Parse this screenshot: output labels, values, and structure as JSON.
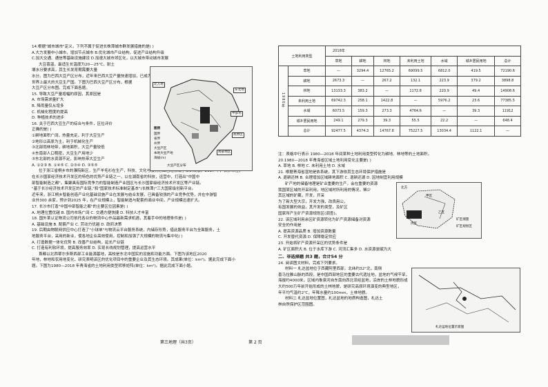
{
  "left": {
    "lines": [
      "14.根据\"城市城市\"定义，下列不属于促进长株潭城市群发展措施的是(        )",
      "A.大力发展中小城市，增加节点城市                B.优化城市产业结构，促进产业结构升级",
      "C.加大交通、通信等基础设施建设                  D.加速大城市郊区化，以大城市带动城市发展",
      "大豆喜温，最适生长温度为20—25℃，耐土",
      "壤水分要求高，其生长发育期需要大量",
      "水分。图为巴西大豆产区分布，近年来巴西大豆产量快速增加，已成为",
      "世界上最大的大豆生产国。下图为巴西大豆产区分布，根据",
      "大豆产区分布图。完成下面各题。",
      "15.   导致大豆产量增幅的原因，其原因是",
      "A.   市场需求量扩大",
      "B.   降雨量仅从增多",
      "C.   机械化程度的提高",
      "D.   种植技术的进步",
      "16.   关于巴西大豆生产的综合与条件，区位评价",
      "正确的是(        )",
      "①耕地面积广阔，热量充足，利于大豆生产",
      "②地形以高原为主，利于机械化生产",
      "③北部雨林地带，耕地面积，大豆产量较低",
      "④东南部人口稠密，大豆生产用地少",
      "⑤东北部的水资源不足，影响热带大豆生产",
      "A.  ①②③        B.  ①④⑤         C.  ②③④          D.  ③⑤⑤",
      "位于浙江省桐乡市的濮院新区，生产羊毛衫在生产，科技、文化与服务方面已经形成了集群发展。2017 年，长沙市在，",
      "在长沙国家经济技术开发区的特色的优势产业链之一，以在湖南省的科技，运营中，打造出\"中国中",
      "部智能制造之都\"。集聚具有国际竞争力的智能制造产业园区与长沙国家级经济技术开发区等产业链。",
      "\"基于长沙经济技术开发区的产业链,\"和\"国家技术标准制定基本\"(长株潭)\"三大国家级创新平台。",
      "近年来，浙江桐乡智能创造产业化基础设施产业在发展与结合发展，已具备较强的产业竞争优势，并在中游智",
      "业外300 余家，预计到2025 年，在产业规模上，智能制造与配套的商业中间，产业规模迅速扩大。",
      "17.  长沙市打造\"中国中部智能之都\"的主要区位因素是(    )",
      "A.  地理位置优越         B.  国内市场广阔          C.  交通方便快捷          D.  科技人才丰富",
      "18.  国外某认证物流公司依托各业的物流中心作品最新需求机遇，其着手中的地理条件是(   )",
      "A.  基础设施              B.  配套产业               C.  劳动力优越             D.  政府决策",
      "19.  后期由物联网供应中心打造了\"小球单\"与物流云平台服务系统，内储存形势，借此服务平台为全面服务，土",
      "地服务平台，采用的新业，使各地企业高效使用，控制和加强了大规模的物流与集中化(     )",
      "A.  打造数据一体化优势                          B.  改善产业结构，延长产业链",
      "C.  打造有利软环境，提高服务效率                D.  实现长线规划管理，提高运营水平",
      "首都以北西鄂尔多斯西部工业能源基地，高校是东北中国实的设施和功能方面。下图为该地区2020",
      "年地，林地和农用地变化，研究表明该区的优化项目中的重要企业及其生态环境。其成果(单位：km²)。据此完成下面小",
      "题。下图为1980—2018 年青海省的土地利用类型转移矩阵(单位：km²)。据此完成下面小题。"
    ],
    "map1": {
      "legend_title": "图例",
      "legend_items": [
        "国界",
        "省界",
        "州界",
        "大豆产区",
        "本地大豆产地",
        "海拔(m)"
      ],
      "boxes": [
        "北方地",
        "中部地",
        "东北地",
        "高原区",
        "南部地区"
      ],
      "caption": "大豆产区分布"
    }
  },
  "table": {
    "corner": "土地利用类型",
    "year": "2018年",
    "side_label": "1980年",
    "headers": [
      "草地",
      "耕地",
      "林地",
      "未利用土地",
      "水域",
      "城乡居民用地",
      "总计"
    ],
    "rows": [
      {
        "label": "草地",
        "cells": [
          "—",
          "3294.4",
          "12765.2",
          "69099.5",
          "6812.0",
          "419.5",
          "72190.6"
        ]
      },
      {
        "label": "耕地",
        "cells": [
          "2673.3",
          "—",
          "267.2",
          "132.1",
          "223.9",
          "379.2",
          "3898.8"
        ]
      },
      {
        "label": "林地",
        "cells": [
          "13133.3",
          "383.2",
          "—",
          "1172.8",
          "220.9",
          "49.4",
          "14908.6"
        ]
      },
      {
        "label": "未利用土地",
        "cells": [
          "69742.3",
          "258.1",
          "1422.8",
          "—",
          "5976.2",
          "23.6",
          "77385.5"
        ]
      },
      {
        "label": "水域",
        "cells": [
          "6073.5",
          "159.3",
          "273.3",
          "4764.6",
          "—",
          "39.3",
          "11912"
        ]
      },
      {
        "label": "城乡居民用地",
        "cells": [
          "249.1",
          "279.3",
          "39.3",
          "55.5",
          "22.2",
          "—",
          "648.4"
        ]
      },
      {
        "label": "总计",
        "cells": [
          "92477.5",
          "4374.3",
          "14767.8",
          "75227.5",
          "13034.4",
          "1122.1",
          "—"
        ]
      }
    ],
    "note": "注：表格中行表示 1980—2018 年间某种土地利用类型转化为耕地、林地等的土地面积。"
  },
  "right": {
    "lines": [
      "20.1980—2018 年青海省区域土地利用变化主要是(    )",
      "A.  草地               B.  林地             C.  未利用土地            D.  水域",
      "21.  根据青海省湿地是依系统，其下游依其生态环境保护措施是",
      "A.  退耕还林          B.  合理增加区域耕地面积           C.  退耕还湖          D.  因地制宜利用规模",
      "矿产地的储备地理是矿业重要的生产，会在重要的资源",
      "我国某区域的开采利用，地区域时所利用的情况，稀少",
      "其区域的矿藏，开发，开采",
      "为了新大型大宗，开发力强，改良用公，",
      "有国发展的效益，其开发的类型，及矿区",
      "国家所产生矿产资源规划区(调查)。",
      "22.  该区域利用余区矿资源转化为矿产资源储备对资源",
      "安全的作用是",
      "A.  提高资源品质              B.  增加资源数量",
      "C.  开发替代资源              D.  保障稳定供应",
      "23.  开始将矿产资源开采区的优势条件是",
      "A.  矿区面积大          B.  位于水库下游          C.  河流汇集多         D.  水资源禀赋为大"
    ],
    "section": "二、非选择题   共3 题，合计54 分",
    "q24": [
      "24.  阅读图文材料，完成下列要求。",
      "材料一  札达盆地位于西藏阿里西部，北纬约32°北，南侧",
      "喜马拉雅山脉的西段，是中国西部地区的重要古代遗址地，盆地的气候干旱，",
      "海拔约4000米，区域内象泉河自东南向西北流经盆地，沿岸的土林地貌形成",
      "大约500万年前开始形成的土林地貌，是研究高原环境演变的典型地区，",
      "年平均气温约2℃，年降水量约100mm，土林地貌。",
      "材料二  札达盆地位置图，札达盆地的地质构造图，札达土",
      "林自然保护区范围图。"
    ],
    "map2": {
      "labels": [
        "北方",
        "甲区",
        "乙区",
        "丙区",
        "矿区储量",
        "矿区规划区"
      ]
    },
    "map3": {
      "caption": "札达盆地位置示意图"
    }
  },
  "footer": {
    "left": "第三地理（共3页）",
    "center": "第 2 页"
  }
}
